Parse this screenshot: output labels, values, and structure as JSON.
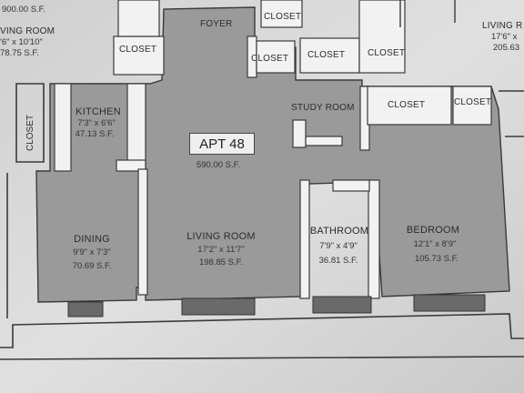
{
  "unit": {
    "name": "APT 48",
    "area": "590.00 S.F."
  },
  "rooms": {
    "foyer": {
      "name": "FOYER"
    },
    "kitchen": {
      "name": "KITCHEN",
      "dims": "7'3\" x 6'6\"",
      "area": "47.13 S.F."
    },
    "dining": {
      "name": "DINING",
      "dims": "9'9\" x 7'3\"",
      "area": "70.69 S.F."
    },
    "living": {
      "name": "LIVING ROOM",
      "dims": "17'2\" x 11'7\"",
      "area": "198.85 S.F."
    },
    "study": {
      "name": "STUDY ROOM"
    },
    "bathroom": {
      "name": "BATHROOM",
      "dims": "7'9\" x 4'9\"",
      "area": "36.81 S.F."
    },
    "bedroom": {
      "name": "BEDROOM",
      "dims": "12'1\" x 8'9\"",
      "area": "105.73 S.F."
    }
  },
  "closets": {
    "label": "CLOSET"
  },
  "neighbors": {
    "top_left_area": "900.00 S.F.",
    "top_left_room": "VING ROOM",
    "top_left_dims": "'6\" x 10'10\"",
    "top_left_area2": "78.75 S.F.",
    "top_right_room": "LIVING R",
    "top_right_dims": "17'6\" x",
    "top_right_area": "205.63"
  },
  "colors": {
    "paper": "#d9d9d9",
    "room_fill": "#9c9c9c",
    "wall": "#f4f4f4",
    "ink": "#2c2c2c"
  }
}
